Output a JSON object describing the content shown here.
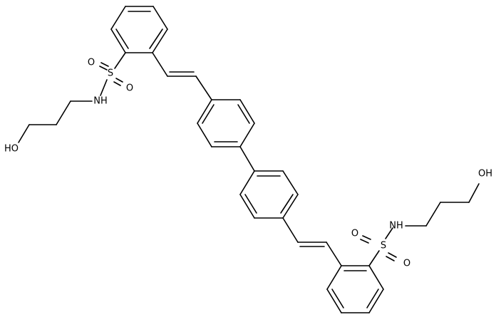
{
  "molecule": {
    "atom_labels": {
      "s_left": "S",
      "o_left_1": "O",
      "o_left_2": "O",
      "nh_left": "NH",
      "oh_left": "HO",
      "s_right": "S",
      "o_right_1": "O",
      "o_right_2": "O",
      "nh_right": "NH",
      "oh_right": "OH"
    }
  },
  "colors": {
    "bond": "#000000",
    "label": "#000000",
    "background": "#ffffff"
  }
}
